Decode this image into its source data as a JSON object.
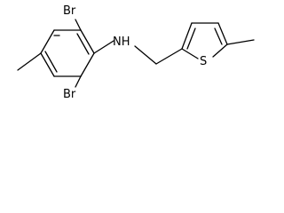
{
  "molecule": {
    "atoms": {
      "br_top": "Br",
      "br_bottom": "Br",
      "nh": "NH",
      "s": "S"
    },
    "colors": {
      "bond": "#000000",
      "label": "#000000",
      "background": "#ffffff"
    }
  }
}
